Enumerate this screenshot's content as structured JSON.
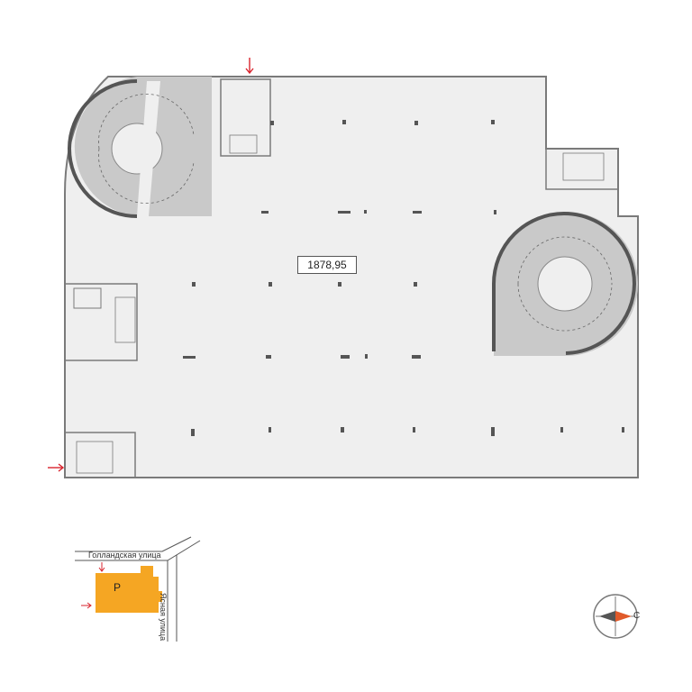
{
  "plan": {
    "area_label": "1878,95",
    "colors": {
      "wall": "#7a7a7a",
      "floor": "#efefef",
      "ramp": "#c9c9c9",
      "arrow": "#d9232d",
      "parking": "#f5a623",
      "compass_arrow": "#e05a2a"
    }
  },
  "minimap": {
    "street_top": "Голландская улица",
    "street_right": "Ясная улица",
    "parking_label": "P"
  },
  "compass": {
    "north_letter": "С"
  }
}
